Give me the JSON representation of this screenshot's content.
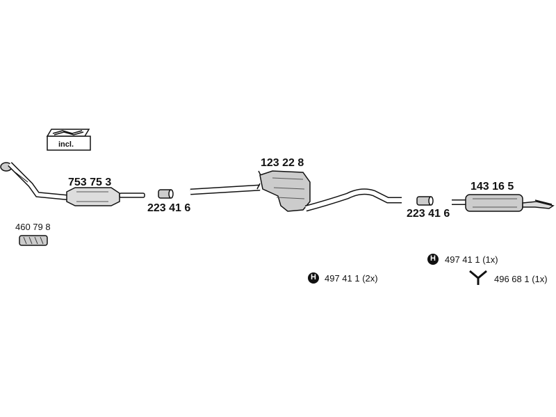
{
  "kit_box": {
    "label": "incl."
  },
  "parts": {
    "catalytic_converter": {
      "number": "753 75 3"
    },
    "clamp_left": {
      "number": "223 41 6"
    },
    "mounting_sleeve": {
      "number": "460 79 8"
    },
    "middle_silencer": {
      "number": "123 22 8"
    },
    "clamp_right": {
      "number": "223 41 6"
    },
    "rear_silencer": {
      "number": "143 16 5"
    }
  },
  "hardware": {
    "rubber_mount_2x": {
      "symbol": "H",
      "text": "497 41 1 (2x)"
    },
    "rubber_mount_1x": {
      "symbol": "H",
      "text": "497 41 1 (1x)"
    },
    "hanger_1x": {
      "text": "496 68 1 (1x)"
    }
  }
}
